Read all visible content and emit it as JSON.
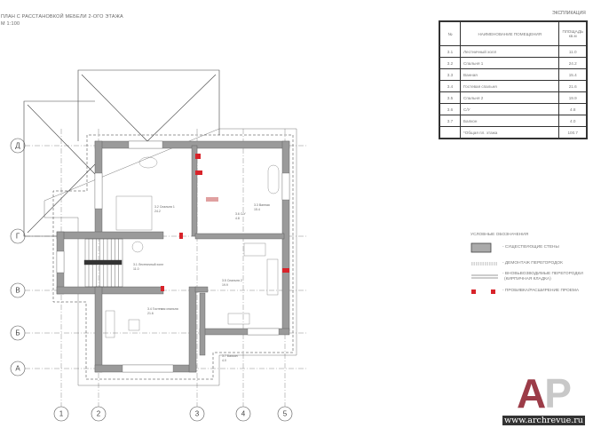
{
  "title": {
    "line1": "ПЛАН С РАССТАНОВКОЙ МЕБЕЛИ 2-ОГО ЭТАЖА",
    "line2": "М 1:100"
  },
  "explication": {
    "title": "ЭКСПЛИКАЦИЯ",
    "headers": {
      "num": "№",
      "name": "НАИМЕНОВАНИЕ ПОМЕЩЕНИЯ",
      "area": "ПЛОЩАДЬ кв.м"
    },
    "rows": [
      {
        "num": "3.1",
        "name": "Лестничный холл",
        "area": "11.0"
      },
      {
        "num": "3.2",
        "name": "Спальня 1",
        "area": "24.2"
      },
      {
        "num": "3.3",
        "name": "Ванная",
        "area": "15.4"
      },
      {
        "num": "3.4",
        "name": "Гостевая спальня",
        "area": "21.6"
      },
      {
        "num": "3.5",
        "name": "Спальня 2",
        "area": "19.9"
      },
      {
        "num": "3.6",
        "name": "С/У",
        "area": "4.8"
      },
      {
        "num": "3.7",
        "name": "Балкон",
        "area": "4.0"
      },
      {
        "num": "",
        "name": "*Общая пл. этажа",
        "area": "100.7"
      }
    ]
  },
  "legend": {
    "title": "УСЛОВНЫЕ ОБОЗНАЧЕНИЯ",
    "items": [
      {
        "label": "- СУЩЕСТВУЮЩИЕ СТЕНЫ"
      },
      {
        "label": "- ДЕМОНТАЖ ПЕРЕГОРОДОК"
      },
      {
        "label": "- ВНОВЬВОЗВОДИМЫЕ ПЕРЕГОРОДКИ",
        "label2": "(КИРПИЧНАЯ КЛАДКА)"
      },
      {
        "label": "- ПРОБИВКА/РАСШИРЕНИЕ ПРОЕМА"
      }
    ]
  },
  "plan": {
    "axes_rows": [
      "Д",
      "Г",
      "В",
      "Б",
      "А"
    ],
    "axes_cols": [
      "1",
      "2",
      "3",
      "4",
      "5"
    ],
    "rooms": [
      {
        "label": "3.1 Лестничный холл",
        "area": "11.0"
      },
      {
        "label": "3.2 Спальня 1",
        "area": "24.2"
      },
      {
        "label": "3.3 Ванная",
        "area": "15.4"
      },
      {
        "label": "3.4 Гостевая спальня",
        "area": "21.6"
      },
      {
        "label": "3.5 Спальня 2",
        "area": "19.9"
      },
      {
        "label": "3.6 С/У",
        "area": "4.8"
      },
      {
        "label": "3.7 Балкон",
        "area": "4.0"
      }
    ]
  },
  "colors": {
    "wall": "#9a9a9a",
    "opening": "#d8232a",
    "logo_a": "#9c3c48",
    "logo_p": "#c8c8c8"
  },
  "logo": {
    "a": "A",
    "p": "P",
    "url": "www.archrevue.ru"
  }
}
